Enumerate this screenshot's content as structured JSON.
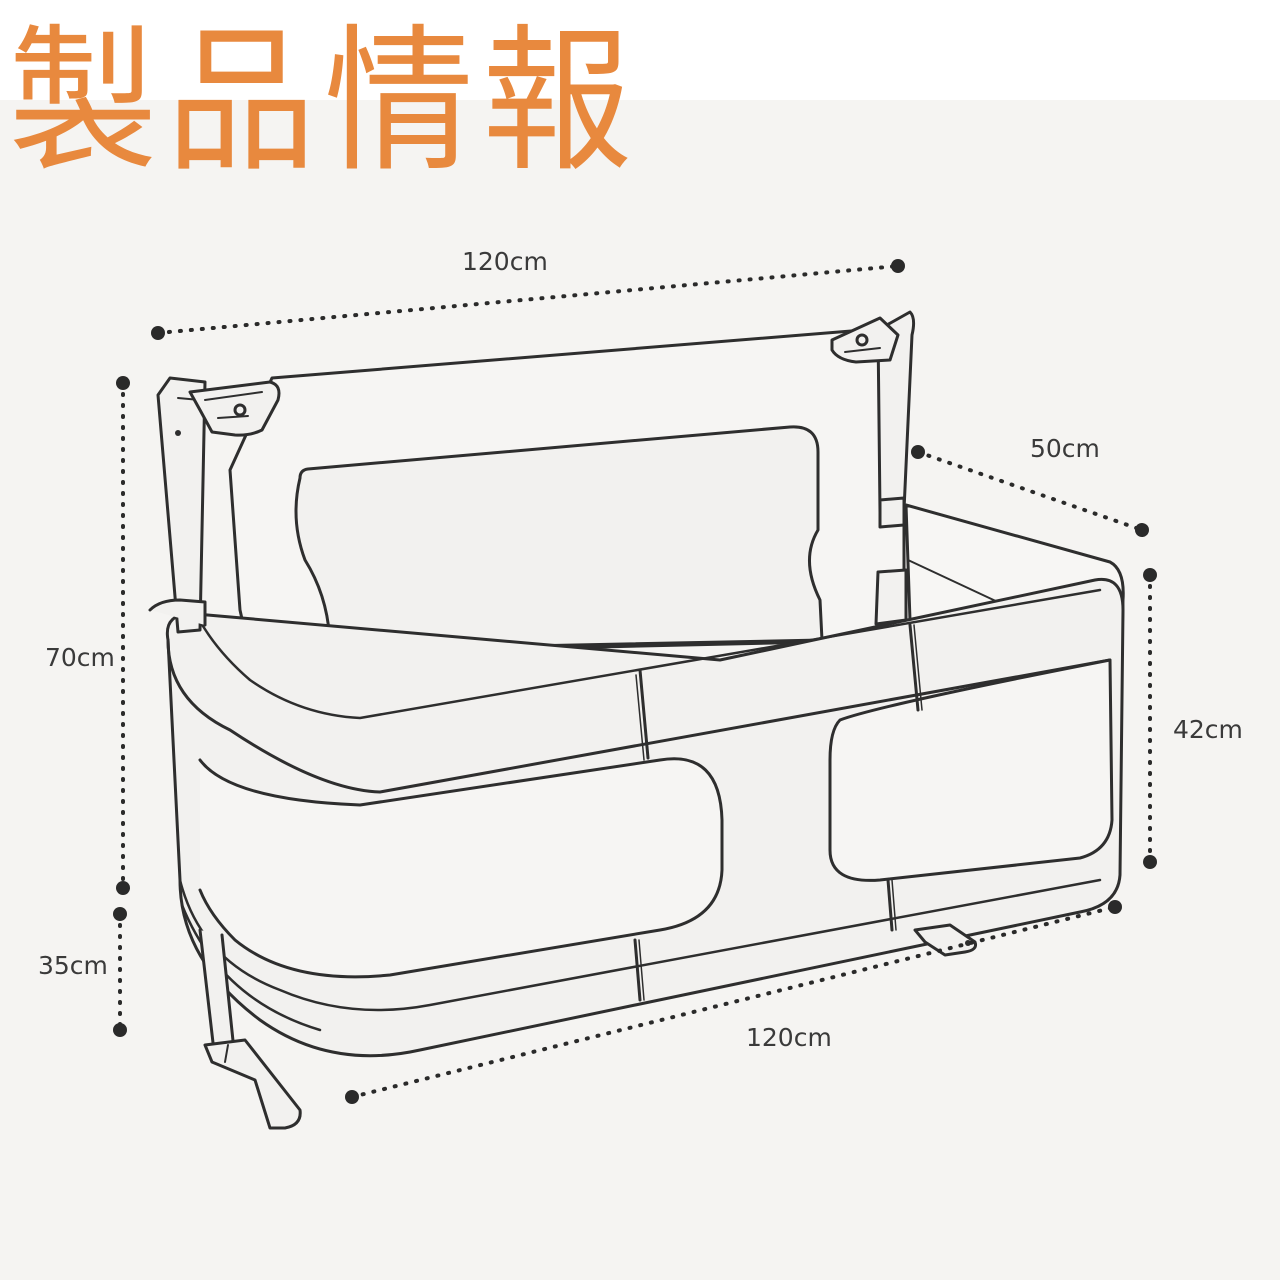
{
  "title": "製品情報",
  "colors": {
    "title": "#e8893e",
    "line": "#2e2e2e",
    "fill": "#f2f1ef",
    "panel": "#f5f4f2"
  },
  "dimensions": {
    "top_width": "120cm",
    "depth": "50cm",
    "total_height": "70cm",
    "bed_height": "42cm",
    "leg_height": "35cm",
    "bottom_width": "120cm"
  }
}
